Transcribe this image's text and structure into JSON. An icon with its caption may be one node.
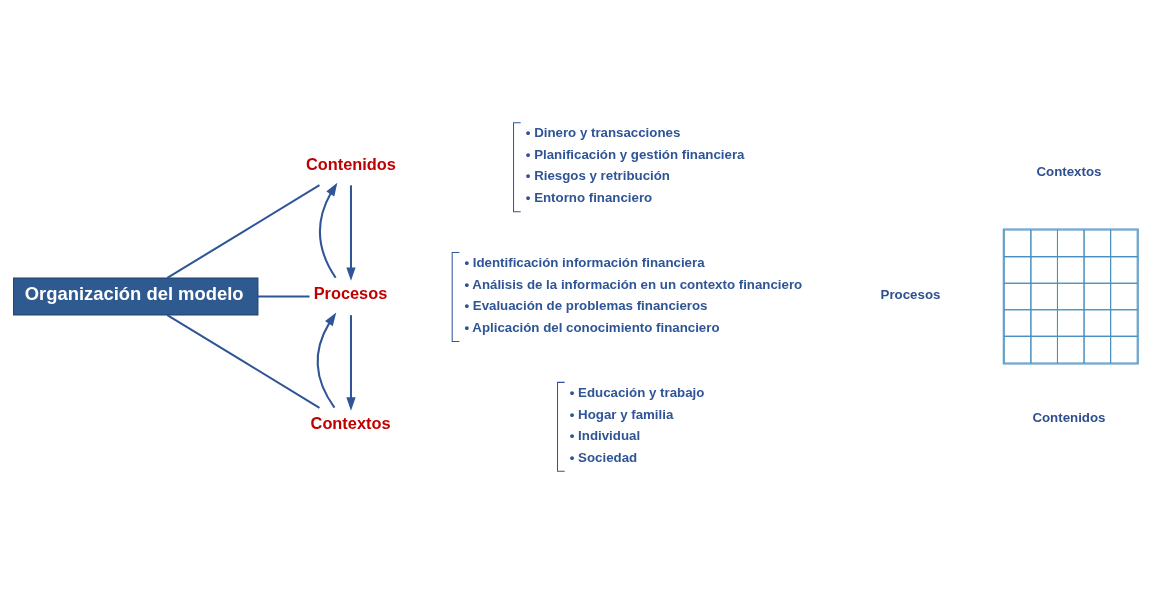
{
  "diagram": {
    "nodes": [
      {
        "text": [
          "Organización del modelo"
        ]
      },
      {
        "text": [
          "Contenidos"
        ],
        "beside": [
          "• Dinero y transacciones",
          "• Planificación y gestión financiera",
          "• Riesgos y retribución",
          "• Entorno financiero"
        ]
      },
      {
        "text": [
          "Procesos"
        ],
        "beside": [
          "• Identificación información financiera",
          "• Análisis de la información en un contexto financiero",
          "• Evaluación de problemas financieros",
          "• Aplicación del conocimiento financiero"
        ]
      },
      {
        "text": [
          "Contextos"
        ],
        "beside": [
          "• Educación y trabajo",
          "• Hogar y familia",
          "• Individual",
          "• Sociedad"
        ]
      },
      {
        "text": [],
        "shape": "cube"
      }
    ],
    "edges": [
      {
        "from": 0,
        "to": 1,
        "arrow": "none"
      },
      {
        "from": 0,
        "to": 2,
        "arrow": "none"
      },
      {
        "from": 0,
        "to": 3,
        "arrow": "none"
      },
      {
        "from": 2,
        "to": 1,
        "arrow": "to"
      },
      {
        "from": 1,
        "to": 2,
        "arrow": "to"
      },
      {
        "from": 3,
        "to": 2,
        "arrow": "to"
      },
      {
        "from": 2,
        "to": 3,
        "arrow": "to"
      }
    ],
    "labels": [
      "Contextos",
      "Procesos",
      "Contenidos"
    ]
  }
}
